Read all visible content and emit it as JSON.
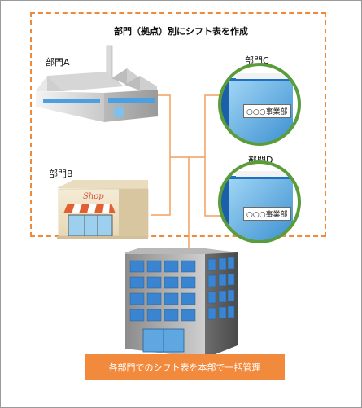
{
  "title": "部門（拠点）別にシフト表を作成",
  "departments": {
    "a": "部門A",
    "b": "部門B",
    "c": "部門C",
    "d": "部門D"
  },
  "office_sign": "○○○事業部",
  "shop_sign": "Shop",
  "footer": "各部門でのシフト表を本部で一括管理",
  "colors": {
    "accent": "#ee8a3a",
    "banner": "#f28a3e"
  }
}
